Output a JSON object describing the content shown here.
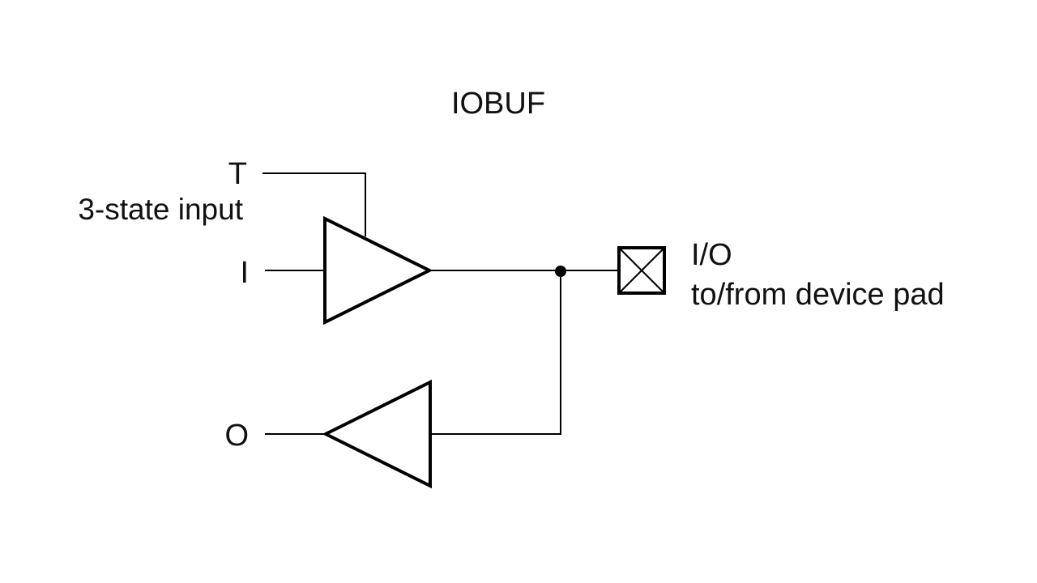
{
  "diagram": {
    "title": "IOBUF",
    "type": "bidirectional I/O buffer schematic",
    "inputs": {
      "t_label": "T",
      "t_description": "3-state input",
      "i_label": "I",
      "o_label": "O"
    },
    "pad": {
      "label": "I/O",
      "description": "to/from device pad"
    },
    "components": [
      {
        "name": "output-buffer",
        "kind": "tri-state buffer",
        "direction": "right",
        "input": "I",
        "enable": "T",
        "drives": "I/O"
      },
      {
        "name": "input-buffer",
        "kind": "buffer",
        "direction": "left",
        "input": "I/O",
        "drives": "O"
      }
    ],
    "colors": {
      "stroke": "#000000",
      "background": "#ffffff"
    }
  }
}
